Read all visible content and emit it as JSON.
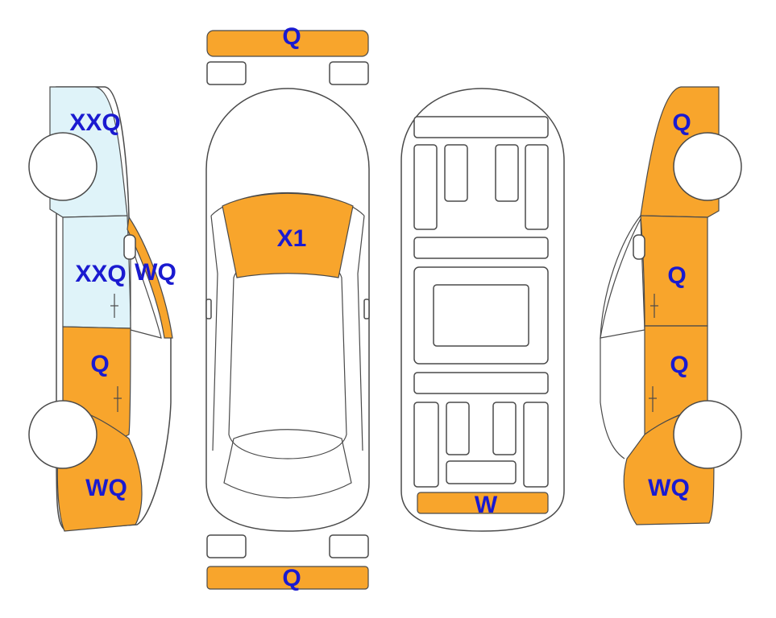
{
  "colors": {
    "damage_fill": "#F8A52C",
    "light_fill": "#DFF3F9",
    "label_color": "#1A1AD0",
    "outline": "#4A4A4A"
  },
  "labels": {
    "front_bumper": "Q",
    "windshield": "X1",
    "rear_bumper": "Q",
    "underbody_rear": "W",
    "left_front_fender": "XXQ",
    "left_front_door": "XXQ",
    "left_a_pillar": "WQ",
    "left_rear_door": "Q",
    "left_rear_quarter": "WQ",
    "right_front_fender": "Q",
    "right_front_door": "Q",
    "right_rear_door": "Q",
    "right_rear_quarter": "WQ"
  }
}
